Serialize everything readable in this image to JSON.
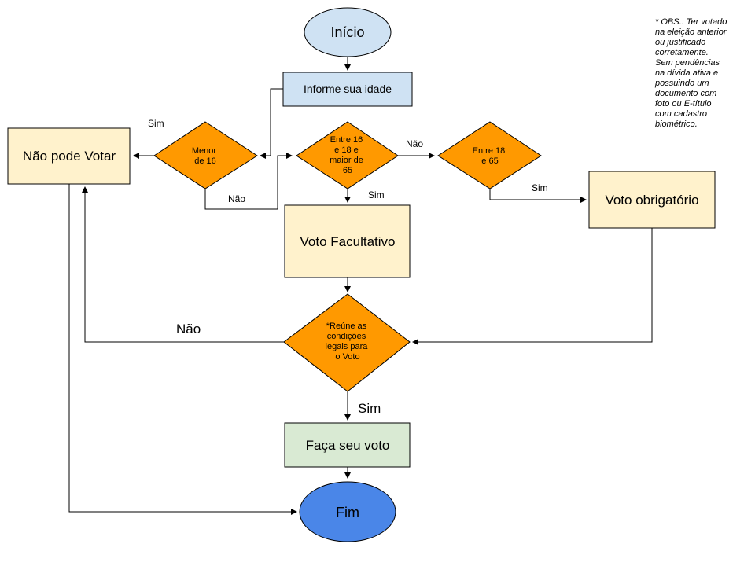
{
  "nodes": {
    "inicio": {
      "label": "Início",
      "color": "#cfe2f3"
    },
    "informe": {
      "label": "Informe sua idade",
      "color": "#cfe2f3"
    },
    "menor16": {
      "lines": [
        "Menor",
        "de 16"
      ],
      "color": "#ff9900"
    },
    "nao_pode": {
      "label": "Não pode Votar",
      "color": "#fff2cc"
    },
    "entre16": {
      "lines": [
        "Entre 16",
        "e 18 e",
        "maior de",
        "65"
      ],
      "color": "#ff9900"
    },
    "entre18": {
      "lines": [
        "Entre 18",
        "e 65"
      ],
      "color": "#ff9900"
    },
    "facultativo": {
      "label": "Voto Facultativo",
      "color": "#fff2cc"
    },
    "obrigatorio": {
      "label": "Voto obrigatório",
      "color": "#fff2cc"
    },
    "reune": {
      "lines": [
        "*Reúne as",
        "condições",
        "legais para",
        "o Voto"
      ],
      "color": "#ff9900"
    },
    "faca": {
      "label": "Faça seu voto",
      "color": "#d9ead3"
    },
    "fim": {
      "label": "Fim",
      "color": "#4a86e8"
    }
  },
  "edge_labels": {
    "sim_menor": "Sim",
    "nao_menor": "Não",
    "nao_entre16": "Não",
    "sim_entre16": "Sim",
    "sim_entre18": "Sim",
    "nao_reune": "Não",
    "sim_reune": "Sim"
  },
  "note_lines": [
    "* OBS.: Ter votado",
    "na eleição anterior",
    "ou justificado",
    "corretamente.",
    "Sem pendências",
    "na dívida ativa e",
    "possuindo um",
    "documento com",
    "foto ou E-título",
    "com cadastro",
    "biométrico."
  ]
}
